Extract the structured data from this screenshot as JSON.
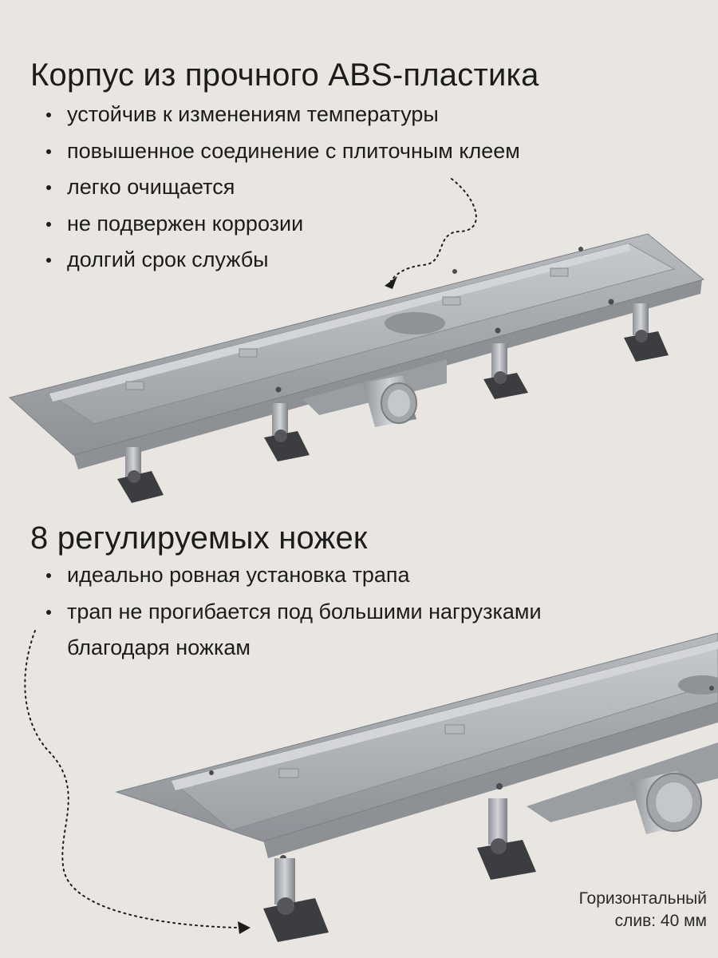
{
  "section1": {
    "title": "Корпус из прочного ABS-пластика",
    "bullets": [
      "устойчив к изменениям температуры",
      "повышенное соединение с плиточным клеем",
      "легко очищается",
      "не подвержен коррозии",
      "долгий срок службы"
    ]
  },
  "section2": {
    "title": "8 регулируемых ножек",
    "bullets": [
      "идеально ровная установка трапа",
      "трап не прогибается под большими нагрузками"
    ],
    "bullet_continuation": "благодаря ножкам"
  },
  "caption": {
    "line1": "Горизонтальный",
    "line2": "слив: 40 мм"
  },
  "colors": {
    "background": "#e9e6e1",
    "text": "#1c1c1c",
    "drain_body": "#a6a9ad",
    "foot_pad": "#3c3d40"
  }
}
